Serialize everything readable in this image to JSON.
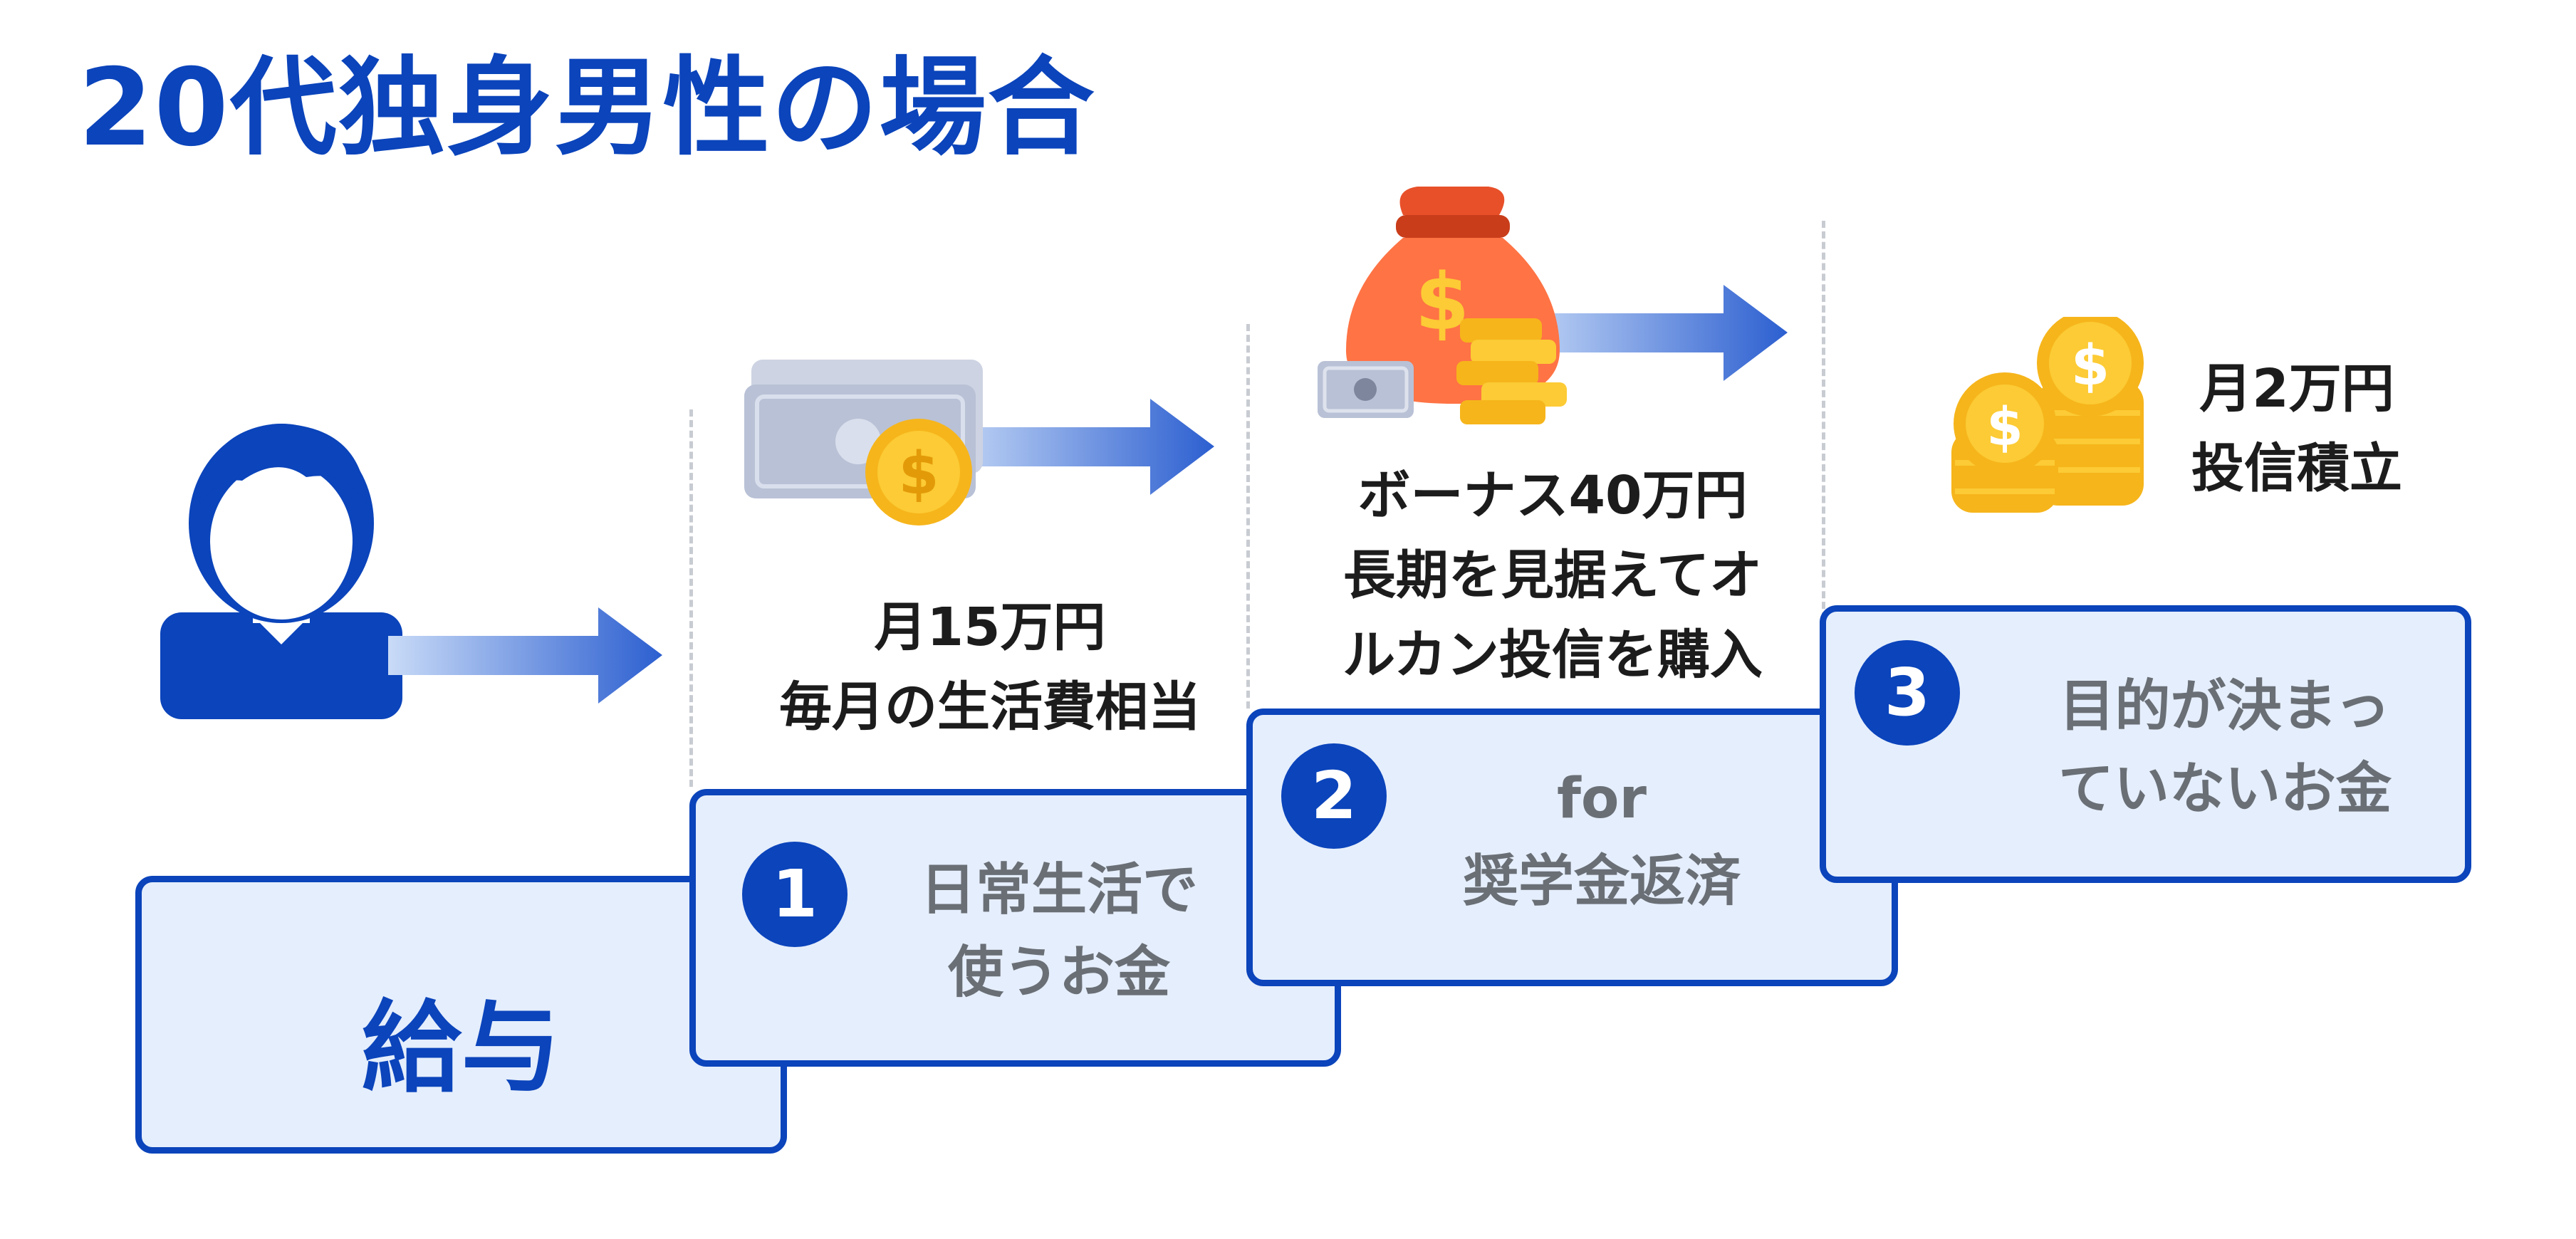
{
  "title": "20代独身男性の場合",
  "colors": {
    "primary": "#0b44bb",
    "box_fill": "#e5eefc",
    "arrow_start": "#c7d9f6",
    "arrow_end": "#2f61cf"
  },
  "salary": {
    "label": "給与",
    "icon": "person-icon"
  },
  "steps": [
    {
      "number": "1",
      "box_lines": [
        "日常生活で",
        "使うお金"
      ],
      "caption_lines": [
        "月15万円",
        "毎月の生活費相当"
      ],
      "icon": "cash-with-coin-icon"
    },
    {
      "number": "2",
      "box_lines": [
        "for",
        "奨学金返済"
      ],
      "caption_lines": [
        "ボーナス40万円",
        "長期を見据えてオ",
        "ルカン投信を購入"
      ],
      "icon": "money-bag-icon"
    },
    {
      "number": "3",
      "box_lines": [
        "目的が決まっ",
        "ていないお金"
      ],
      "caption_lines": [
        "月2万円",
        "投信積立"
      ],
      "icon": "coin-stack-icon"
    }
  ]
}
